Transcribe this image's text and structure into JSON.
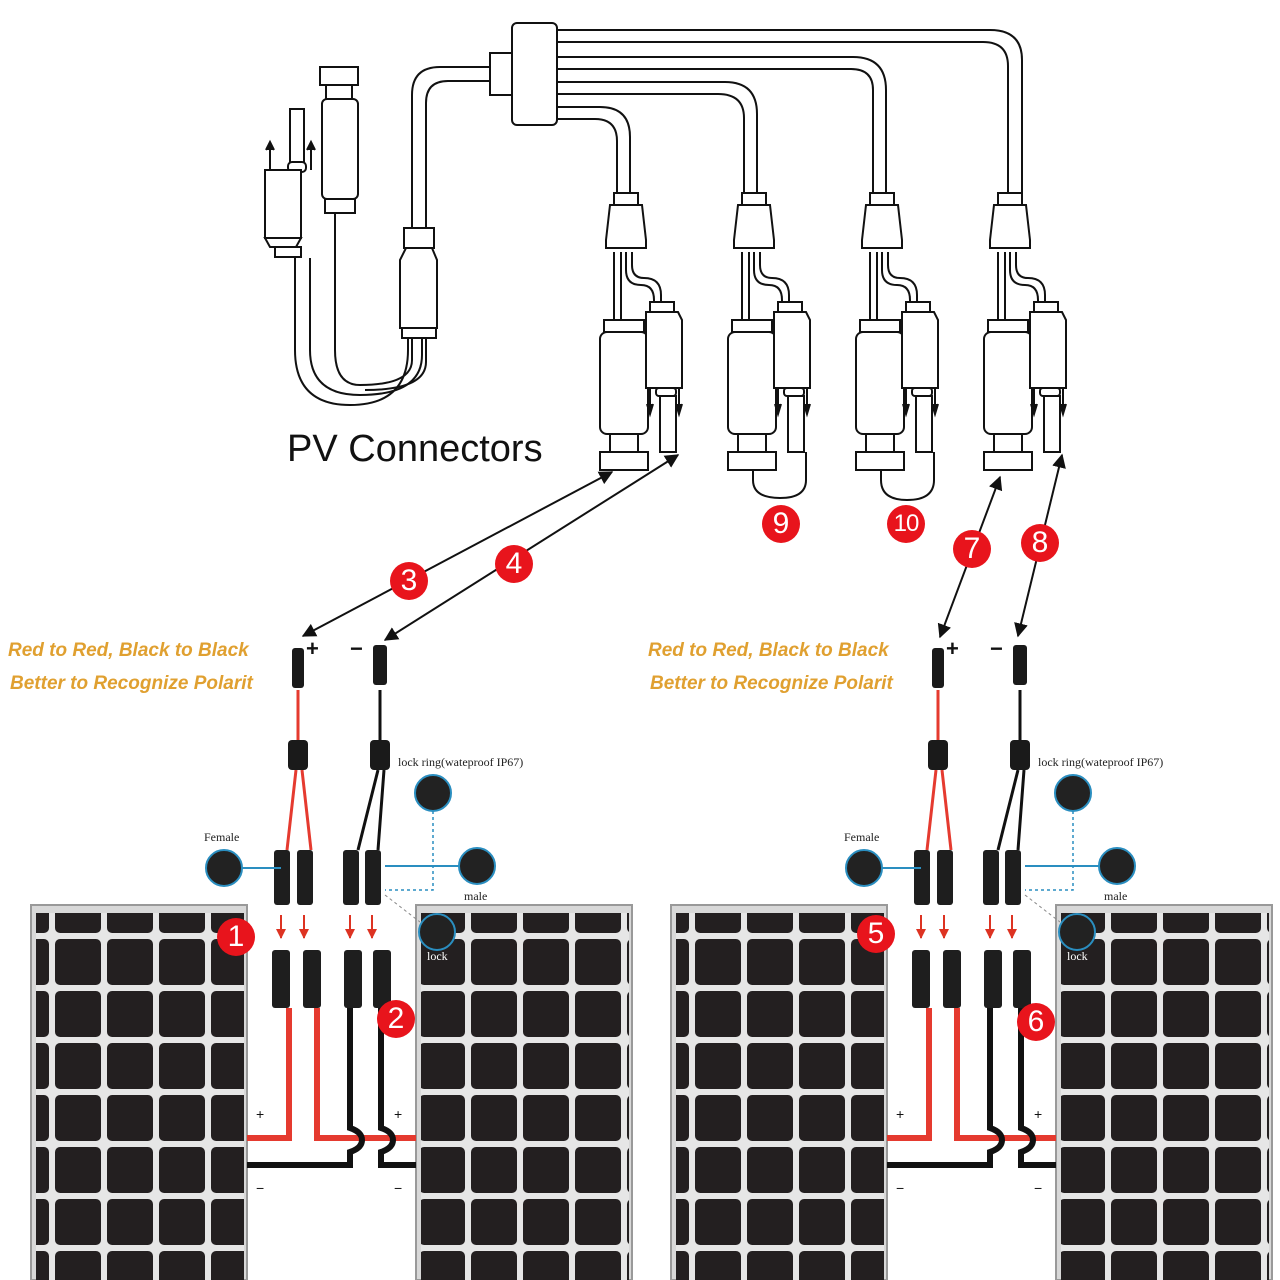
{
  "title": "PV Connectors",
  "notes": {
    "left": [
      "Red to Red, Black to Black",
      "Better to Recognize Polarit"
    ],
    "right": [
      "Red to Red, Black to Black",
      "Better to Recognize Polarit"
    ]
  },
  "callouts": {
    "lock_ring": "lock ring(wateproof IP67)",
    "female": "Female",
    "male": "male",
    "lock": "lock"
  },
  "polarity": {
    "plus": "+",
    "minus": "−"
  },
  "markers": [
    "1",
    "2",
    "3",
    "4",
    "5",
    "6",
    "7",
    "8",
    "9",
    "10"
  ],
  "colors": {
    "marker": "#e8141c",
    "positive_wire": "#e53a2f",
    "negative_wire": "#111111",
    "note_text": "#e0a030",
    "panel_cell": "#231f20",
    "callout_line": "#2a8ec0"
  }
}
